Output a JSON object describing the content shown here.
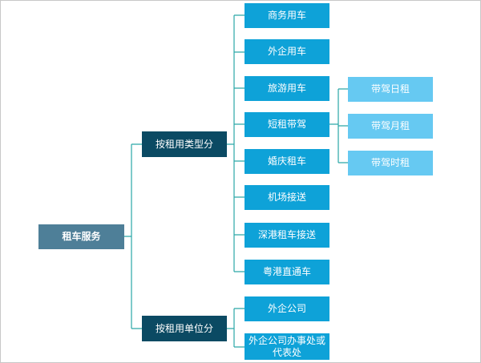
{
  "root": {
    "label": "租车服务"
  },
  "by_type": {
    "label": "按租用类型分",
    "items": [
      "商务用车",
      "外企用车",
      "旅游用车",
      "短租带驾",
      "婚庆租车",
      "机场接送",
      "深港租车接送",
      "粤港直通车"
    ],
    "short_term_with_driver": [
      "带驾日租",
      "带驾月租",
      "带驾时租"
    ]
  },
  "by_unit": {
    "label": "按租用单位分",
    "items": [
      "外企公司",
      "外企公司办事处或代表处"
    ]
  },
  "colors": {
    "root": "#4e7f98",
    "mid": "#0b4a63",
    "leaf": "#0ea2d8",
    "sub": "#66c9f2",
    "line": "#2aa7a7"
  }
}
